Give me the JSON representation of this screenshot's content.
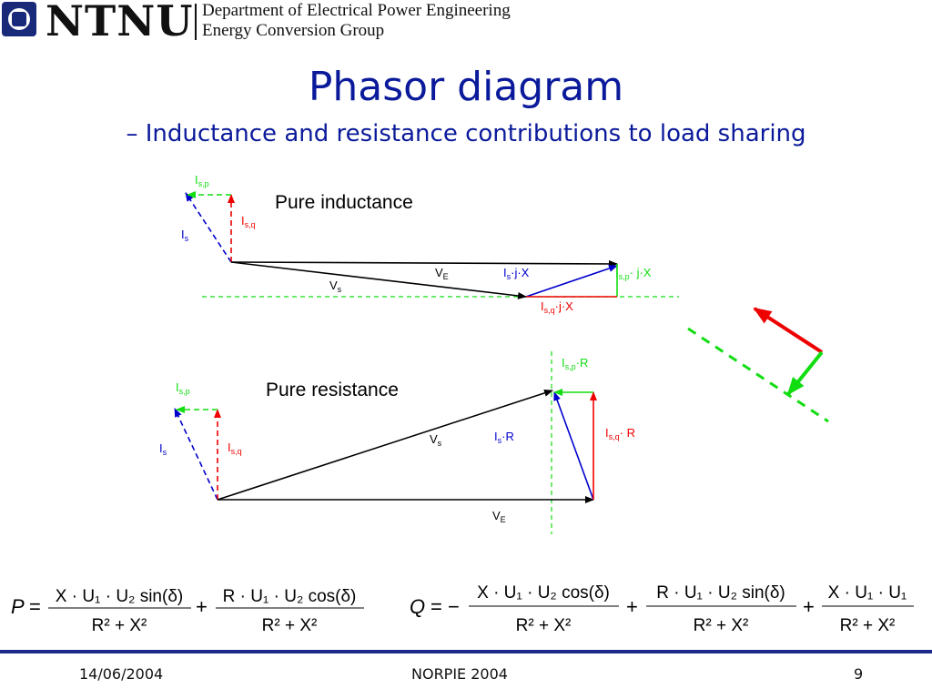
{
  "header": {
    "logo_text": "NTNU",
    "department": "Department of Electrical Power Engineering",
    "group": "Energy Conversion Group"
  },
  "slide": {
    "title": "Phasor diagram",
    "subtitle": "– Inductance and resistance contributions to load sharing"
  },
  "diagram": {
    "colors": {
      "black": "#000000",
      "blue": "#0000cc",
      "red": "#ee0000",
      "green": "#11dd11"
    },
    "inductance": {
      "heading": "Pure inductance",
      "labels": {
        "isp": {
          "main": "I",
          "sub": "s,p",
          "tail": ""
        },
        "isq": {
          "main": "I",
          "sub": "s,q",
          "tail": ""
        },
        "is": {
          "main": "I",
          "sub": "s",
          "tail": ""
        },
        "ve": {
          "main": "V",
          "sub": "E",
          "tail": ""
        },
        "vs": {
          "main": "V",
          "sub": "s",
          "tail": ""
        },
        "isjx": {
          "main": "I",
          "sub": "s",
          "tail": "·j·X"
        },
        "ispjx": {
          "main": "I",
          "sub": "s,p",
          "tail": "· j·X"
        },
        "isqjx": {
          "main": "I",
          "sub": "s,q",
          "tail": "·j·X"
        }
      }
    },
    "resistance": {
      "heading": "Pure resistance",
      "labels": {
        "ispr": {
          "main": "I",
          "sub": "s,p",
          "tail": "·R"
        },
        "isp": {
          "main": "I",
          "sub": "s,p",
          "tail": ""
        },
        "isq": {
          "main": "I",
          "sub": "s,q",
          "tail": ""
        },
        "is": {
          "main": "I",
          "sub": "s",
          "tail": ""
        },
        "vs": {
          "main": "V",
          "sub": "s",
          "tail": ""
        },
        "isr": {
          "main": "I",
          "sub": "s",
          "tail": "·R"
        },
        "isqr": {
          "main": "I",
          "sub": "s,q",
          "tail": "· R"
        },
        "ve": {
          "main": "V",
          "sub": "E",
          "tail": ""
        }
      }
    }
  },
  "equations": {
    "P": {
      "lhs": "P",
      "eq": "=",
      "term1_num": "X · U₁ · U₂ sin(δ)",
      "term1_den": "R² + X²",
      "plus": "+",
      "term2_num": "R · U₁ · U₂ cos(δ)",
      "term2_den": "R² + X²"
    },
    "Q": {
      "lhs": "Q",
      "eq": "= −",
      "term1_num": "X · U₁ · U₂ cos(δ)",
      "term1_den": "R² + X²",
      "plus1": "+",
      "term2_num": "R · U₁ · U₂ sin(δ)",
      "term2_den": "R² + X²",
      "plus2": "+",
      "term3_num": "X · U₁ · U₁",
      "term3_den": "R² + X²"
    }
  },
  "footer": {
    "date": "14/06/2004",
    "center": "NORPIE 2004",
    "page_number": "9"
  }
}
